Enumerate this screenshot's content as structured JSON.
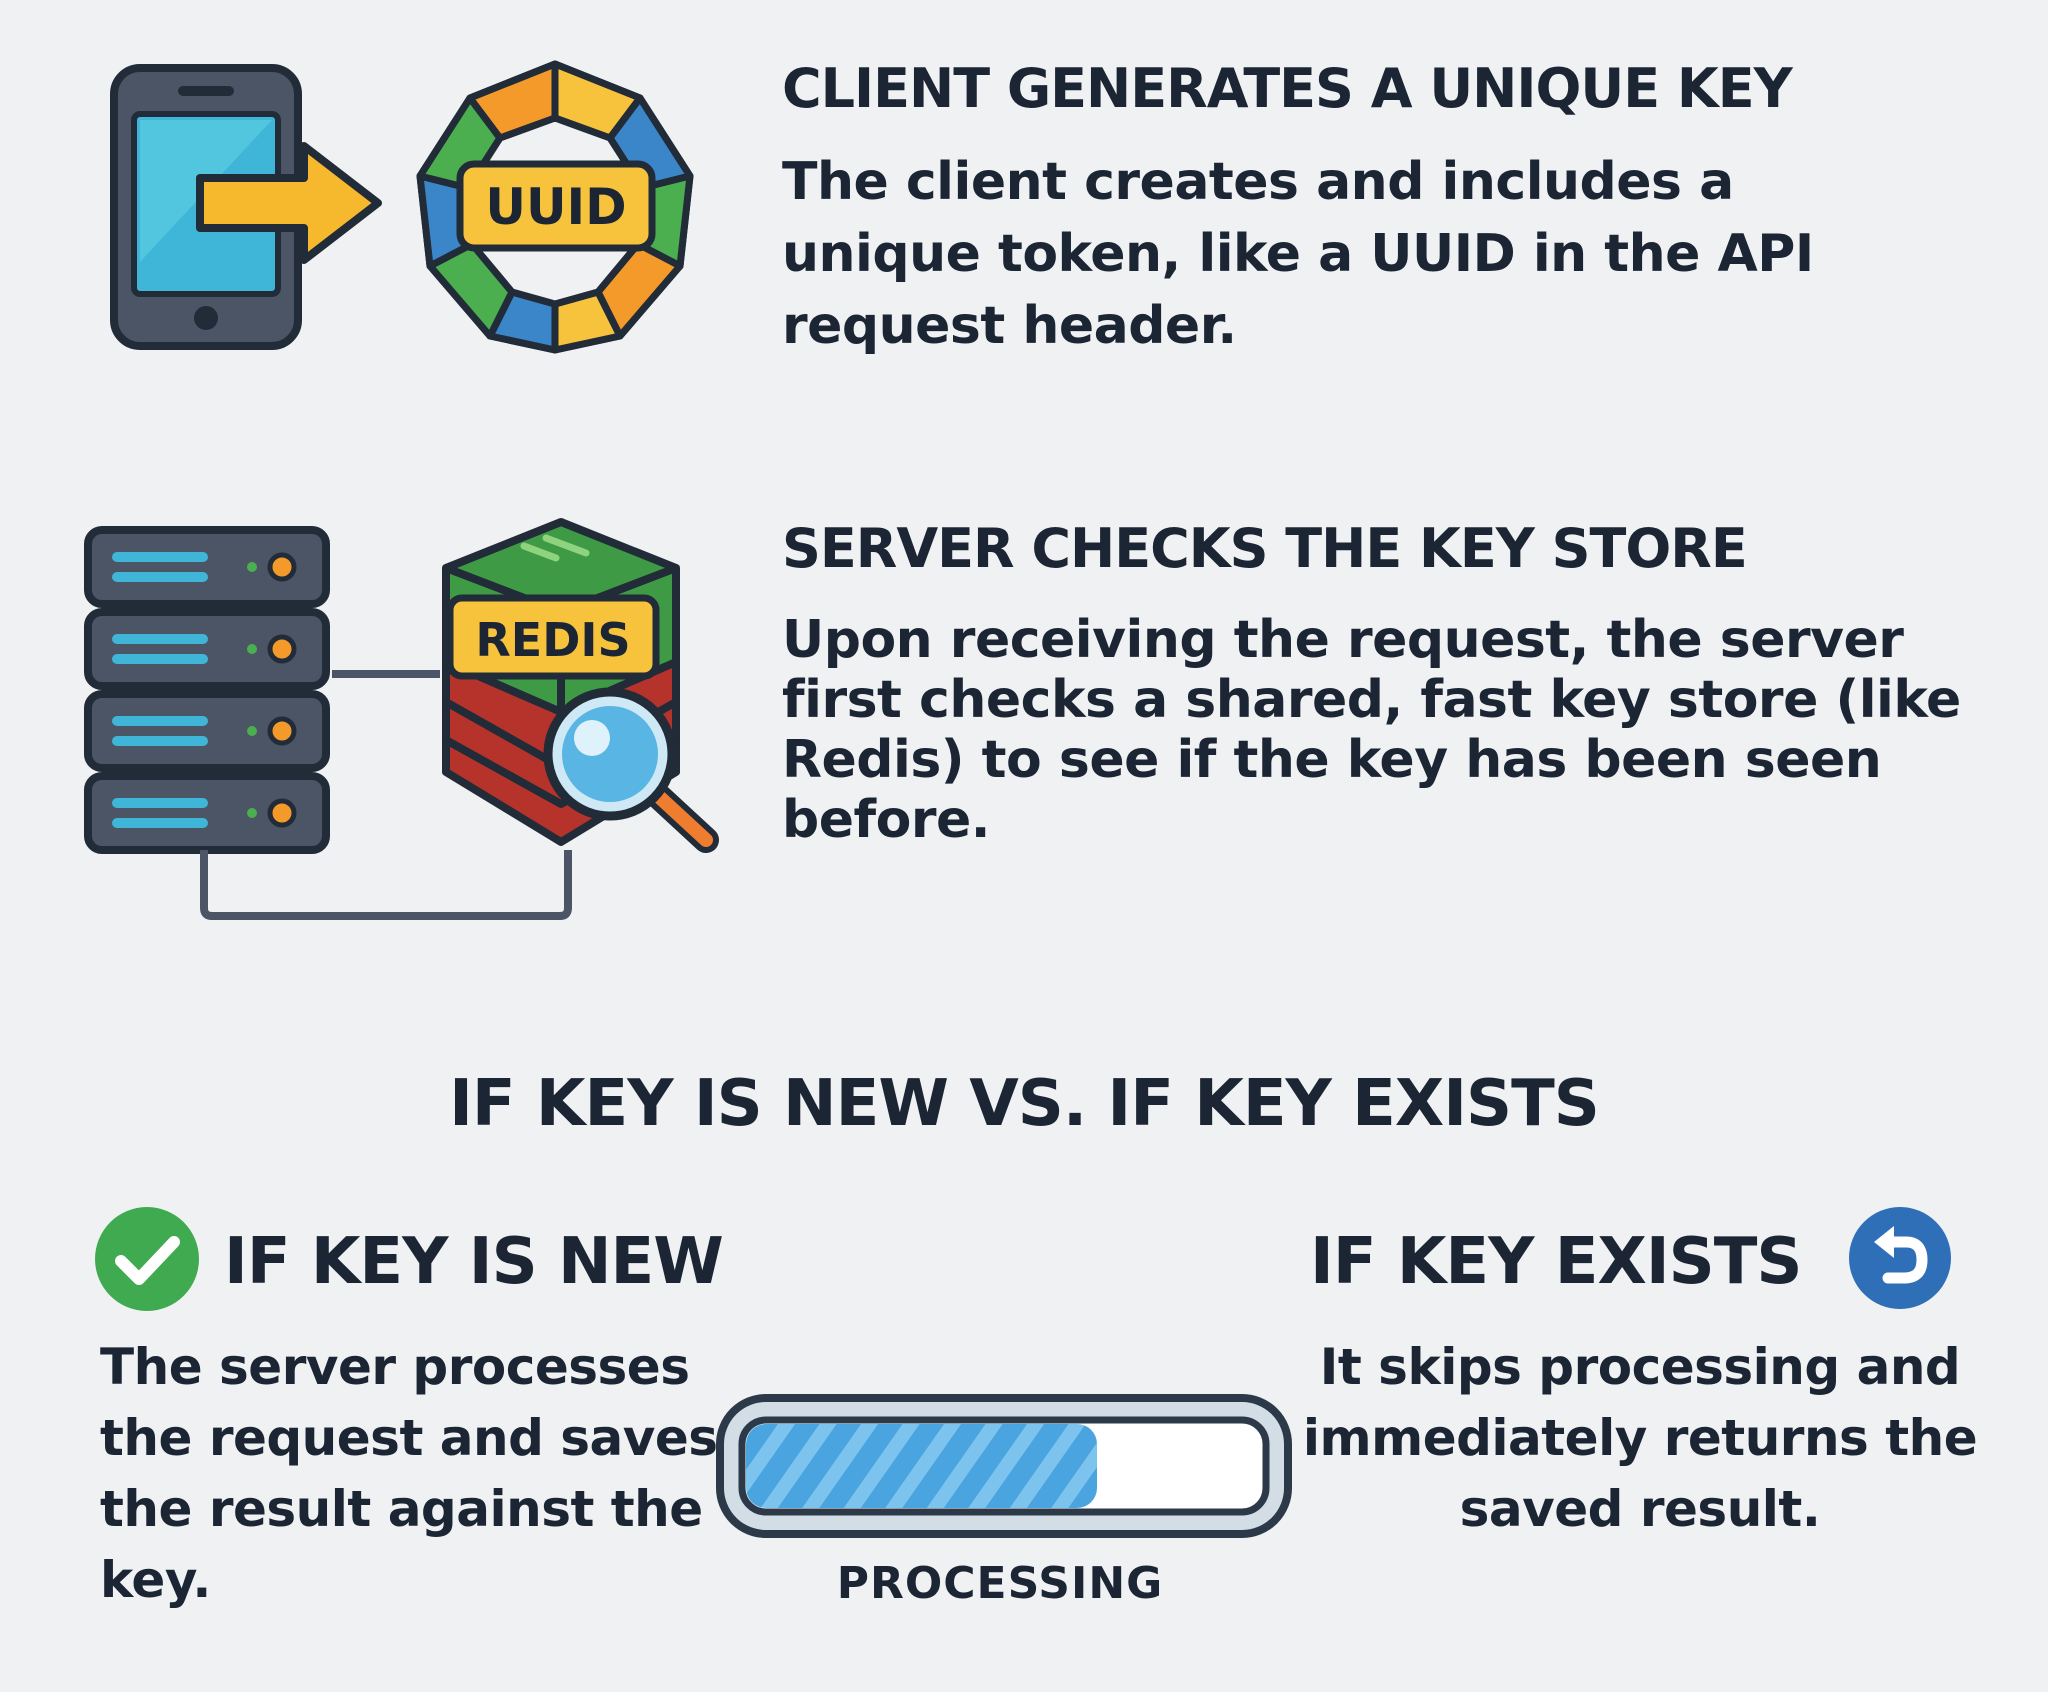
{
  "step1": {
    "title": "CLIENT GENERATES A UNIQUE KEY",
    "body": "The client creates and includes a unique token, like a UUID in the API request header.",
    "badge": "UUID",
    "icons": [
      "phone-icon",
      "arrow-right-icon",
      "uuid-key-ring-icon"
    ]
  },
  "step2": {
    "title": "SERVER CHECKS THE KEY STORE",
    "body": "Upon receiving the request, the server first checks a shared, fast key store (like Redis) to see if the key has been seen before.",
    "badge": "REDIS",
    "icons": [
      "server-rack-icon",
      "redis-database-icon",
      "magnifier-icon"
    ]
  },
  "compare": {
    "title": "IF KEY IS NEW VS. IF KEY EXISTS"
  },
  "new_key": {
    "title": "IF KEY IS NEW",
    "body": "The server processes the request and saves the result against the key.",
    "icon": "check-circle-icon"
  },
  "processing": {
    "label": "PROCESSING",
    "progress": 0.68
  },
  "existing_key": {
    "title": "IF KEY EXISTS",
    "body": "It skips processing and immediately returns the saved result.",
    "icon": "return-arrow-circle-icon"
  },
  "colors": {
    "text": "#1b2533",
    "background": "#eff1f2",
    "check_green": "#3faa4f",
    "return_blue": "#2f6fb8",
    "progress_blue": "#4aa4df",
    "badge_yellow": "#f7c33c"
  }
}
